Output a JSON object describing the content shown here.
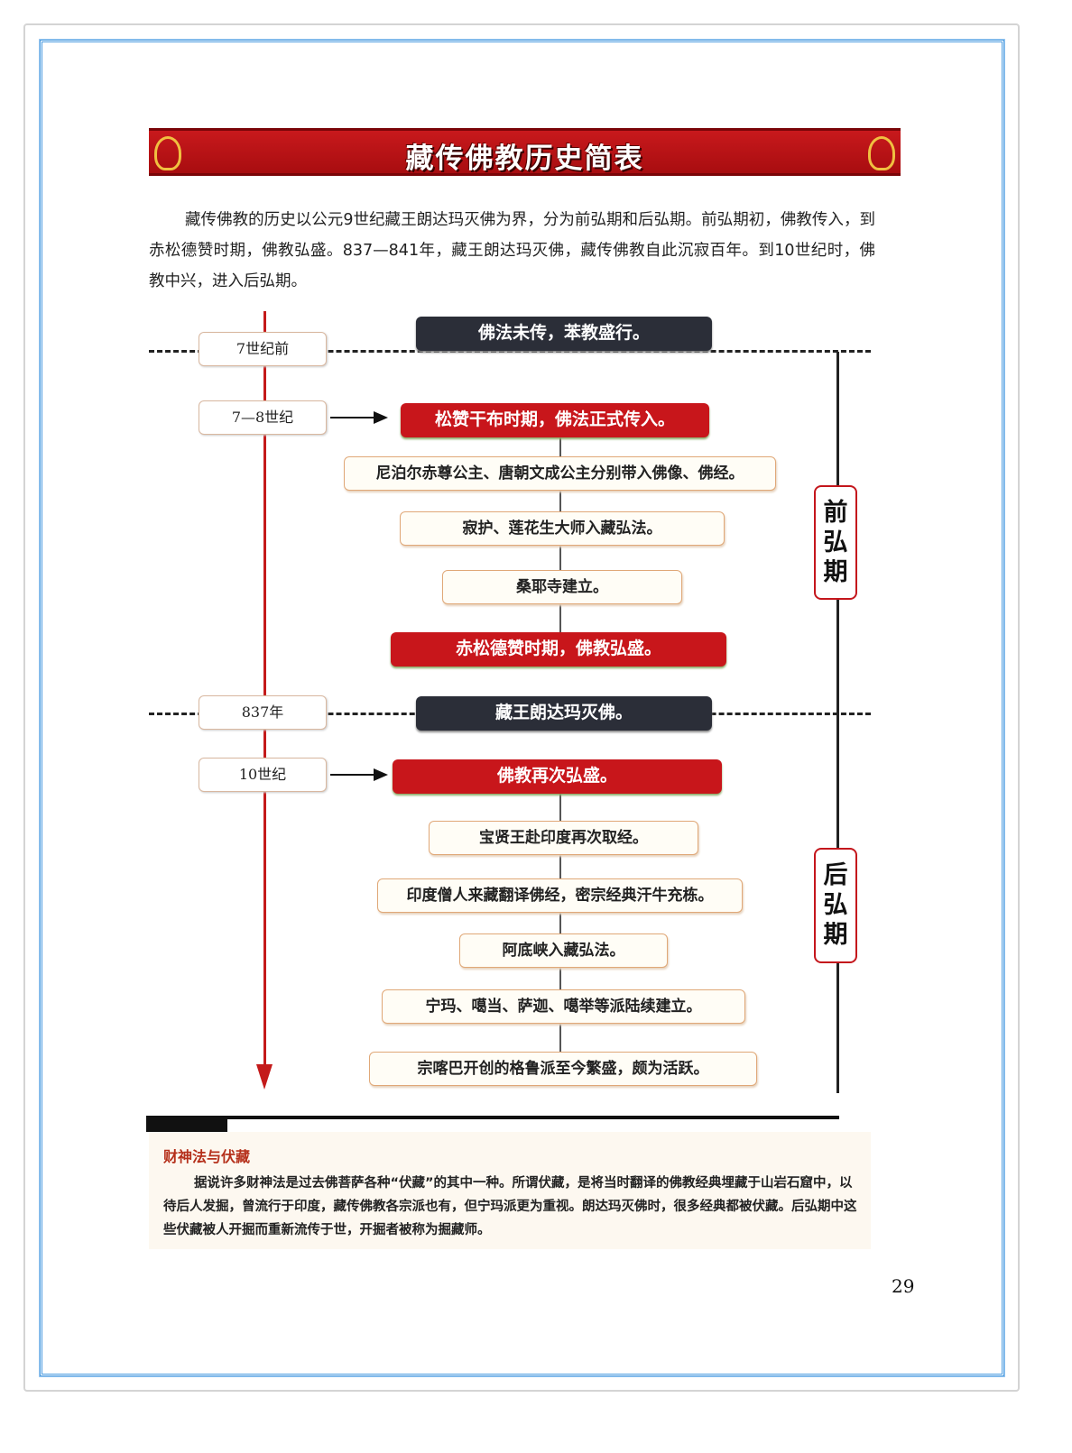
{
  "title": "藏传佛教历史简表",
  "intro": "藏传佛教的历史以公元9世纪藏王朗达玛灭佛为界，分为前弘期和后弘期。前弘期初，佛教传入，到赤松德赞时期，佛教弘盛。837—841年，藏王朗达玛灭佛，藏传佛教自此沉寂百年。到10世纪时，佛教中兴，进入后弘期。",
  "dates": [
    "7世纪前",
    "7—8世纪",
    "837年",
    "10世纪"
  ],
  "events": [
    "佛法未传，苯教盛行。",
    "松赞干布时期，佛法正式传入。",
    "尼泊尔赤尊公主、唐朝文成公主分别带入佛像、佛经。",
    "寂护、莲花生大师入藏弘法。",
    "桑耶寺建立。",
    "赤松德赞时期，佛教弘盛。",
    "藏王朗达玛灭佛。",
    "佛教再次弘盛。",
    "宝贤王赴印度再次取经。",
    "印度僧人来藏翻译佛经，密宗经典汗牛充栋。",
    "阿底峡入藏弘法。",
    "宁玛、噶当、萨迦、噶举等派陆续建立。",
    "宗喀巴开创的格鲁派至今繁盛，颇为活跃。"
  ],
  "periods": [
    "前弘期",
    "后弘期"
  ],
  "note": {
    "title": "财神法与伏藏",
    "text": "据说许多财神法是过去佛菩萨各种“伏藏”的其中一种。所谓伏藏，是将当时翻译的佛教经典埋藏于山岩石窟中，以待后人发掘，曾流行于印度，藏传佛教各宗派也有，但宁玛派更为重视。朗达玛灭佛时，很多经典都被伏藏。后弘期中这些伏藏被人开掘而重新流传于世，开掘者被称为掘藏师。"
  },
  "page_number": "29",
  "colors": {
    "red": "#c8161b",
    "dark": "#2b2e38",
    "border": "#4a9be0"
  }
}
